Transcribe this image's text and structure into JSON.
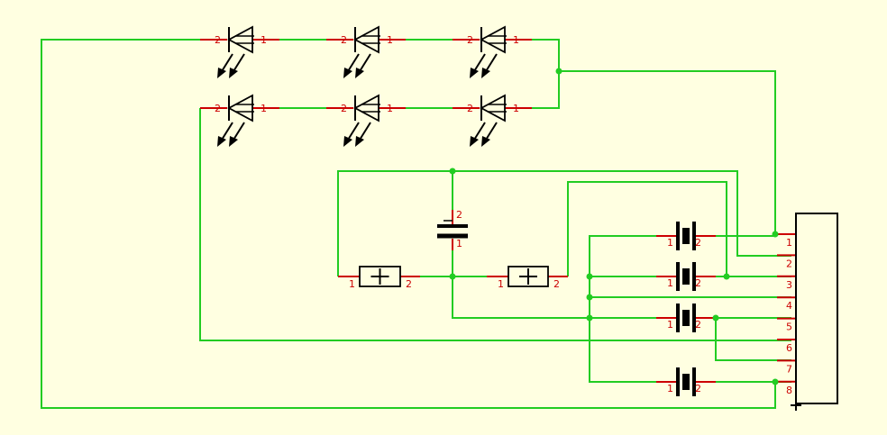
{
  "colors": {
    "background": "#ffffe1",
    "wire": "#22cc22",
    "lead": "#cc0000",
    "pin_text": "#cc0000",
    "body": "#000000",
    "junction": "#22cc22"
  },
  "leds": [
    {
      "pin_a": "2",
      "pin_k": "1"
    },
    {
      "pin_a": "2",
      "pin_k": "1"
    },
    {
      "pin_a": "2",
      "pin_k": "1"
    },
    {
      "pin_a": "2",
      "pin_k": "1"
    },
    {
      "pin_a": "2",
      "pin_k": "1"
    },
    {
      "pin_a": "2",
      "pin_k": "1"
    }
  ],
  "resistors": [
    {
      "pin_left": "1",
      "pin_right": "2"
    },
    {
      "pin_left": "1",
      "pin_right": "2"
    }
  ],
  "capacitor": {
    "pin_top": "2",
    "pin_bottom": "1"
  },
  "crystals": [
    {
      "pin_left": "1",
      "pin_right": "2"
    },
    {
      "pin_left": "1",
      "pin_right": "2"
    },
    {
      "pin_left": "1",
      "pin_right": "2"
    },
    {
      "pin_left": "1",
      "pin_right": "2"
    }
  ],
  "connector": {
    "pins": [
      "1",
      "2",
      "3",
      "4",
      "5",
      "6",
      "7",
      "8"
    ]
  }
}
